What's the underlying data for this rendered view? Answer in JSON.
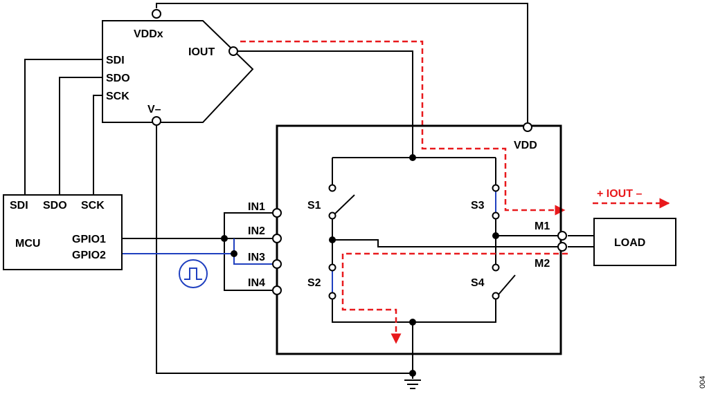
{
  "colors": {
    "wire": "#000000",
    "signal": "#1f3fbf",
    "current_path": "#e8191c"
  },
  "dac": {
    "vddx": "VDDx",
    "iout": "IOUT",
    "sdi": "SDI",
    "sdo": "SDO",
    "sck": "SCK",
    "vminus": "V–"
  },
  "mcu": {
    "name": "MCU",
    "sdi": "SDI",
    "sdo": "SDO",
    "sck": "SCK",
    "gpio1": "GPIO1",
    "gpio2": "GPIO2"
  },
  "switch_ic": {
    "vdd": "VDD",
    "in1": "IN1",
    "in2": "IN2",
    "in3": "IN3",
    "in4": "IN4",
    "s1": "S1",
    "s2": "S2",
    "s3": "S3",
    "s4": "S4",
    "m1": "M1",
    "m2": "M2"
  },
  "load": {
    "name": "LOAD",
    "iout_label": "+ IOUT –"
  },
  "figure_number": "004",
  "icons": {
    "pulse": "pulse-waveform-icon",
    "ground": "ground-icon"
  }
}
